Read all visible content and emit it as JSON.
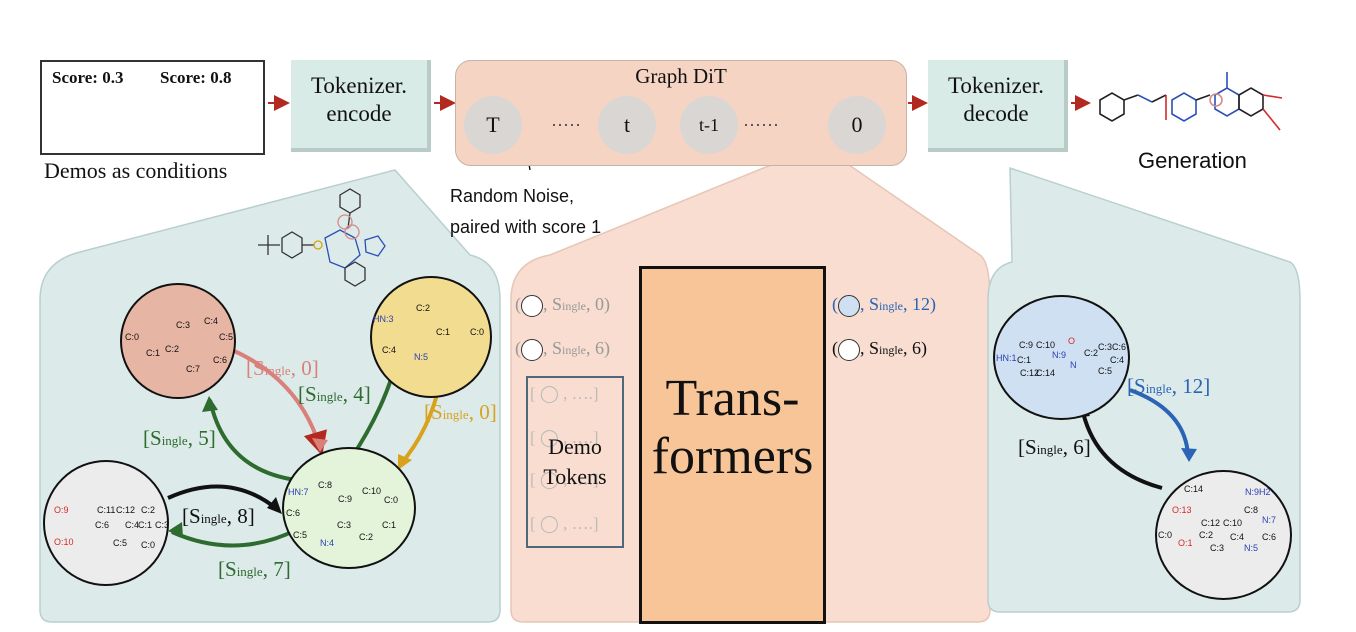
{
  "demos": {
    "score_left": "Score: 0.3",
    "score_right": "Score: 0.8",
    "caption": "Demos as conditions"
  },
  "tokenizer_encode": {
    "line1": "Tokenizer.",
    "line2": "encode"
  },
  "tokenizer_decode": {
    "line1": "Tokenizer.",
    "line2": "decode"
  },
  "graph_dit": {
    "title": "Graph DiT",
    "steps": [
      "T",
      "t",
      "t-1",
      "0"
    ],
    "noise_line1": "Random Noise,",
    "noise_line2": "paired with score 1"
  },
  "generation_label": "Generation",
  "left_panel": {
    "edges": [
      {
        "prefix": "[S",
        "sub": "ingle",
        "suffix": ", 0]",
        "color": "#d9807a"
      },
      {
        "prefix": "[S",
        "sub": "ingle",
        "suffix": ", 4]",
        "color": "#2e6b2e"
      },
      {
        "prefix": "[S",
        "sub": "ingle",
        "suffix": ", 0]",
        "color": "#d9a21c"
      },
      {
        "prefix": "[S",
        "sub": "ingle",
        "suffix": ", 5]",
        "color": "#2e6b2e"
      },
      {
        "prefix": "[S",
        "sub": "ingle",
        "suffix": ", 8]",
        "color": "#111111"
      },
      {
        "prefix": "[S",
        "sub": "ingle",
        "suffix": ", 7]",
        "color": "#2e6b2e"
      }
    ],
    "atoms_pink": [
      "C:0",
      "C:1",
      "C:2",
      "C:3",
      "C:4",
      "C:5",
      "C:6",
      "C:7"
    ],
    "atoms_yellow": [
      "HN:3",
      "C:2",
      "C:1",
      "C:0",
      "C:4",
      "N:5"
    ],
    "atoms_green": [
      "HN:7",
      "C:8",
      "C:9",
      "C:10",
      "C:0",
      "C:6",
      "C:5",
      "N:4",
      "C:3",
      "C:2",
      "C:1"
    ],
    "atoms_gray": [
      "C:11",
      "C:12",
      "C:2",
      "C:4",
      "C:1",
      "C:3",
      "C:6",
      "C:5",
      "C:0",
      "O:9",
      "O:10"
    ]
  },
  "middle_panel": {
    "input_tokens": [
      {
        "prefix": "(",
        "s": "S",
        "sub": "ingle",
        "suffix": ", 0)",
        "color": "#999999"
      },
      {
        "prefix": "(",
        "s": "S",
        "sub": "ingle",
        "suffix": ", 6)",
        "color": "#999999"
      }
    ],
    "placeholder_token": "[ ◯ , ….]",
    "demo_tokens_line1": "Demo",
    "demo_tokens_line2": "Tokens",
    "transformers_line1": "Trans-",
    "transformers_line2": "formers",
    "output_tokens": [
      {
        "prefix": "(",
        "s": "S",
        "sub": "ingle",
        "suffix": ", 12)",
        "color": "#2b63b5"
      },
      {
        "prefix": "(",
        "s": "S",
        "sub": "ingle",
        "suffix": ", 6)",
        "color": "#111111"
      }
    ]
  },
  "right_panel": {
    "edges": [
      {
        "prefix": "[S",
        "sub": "ingle",
        "suffix": ", 12]",
        "color": "#2b63b5"
      },
      {
        "prefix": "[S",
        "sub": "ingle",
        "suffix": ", 6]",
        "color": "#111111"
      }
    ],
    "atoms_blue": [
      "C:9",
      "C:10",
      "HN:1",
      "C:1",
      "C:12",
      "C:14",
      "N:9",
      "O",
      "N",
      "C:2",
      "C:3",
      "C:4",
      "C:5",
      "C:6"
    ],
    "atoms_gray": [
      "C:14",
      "N:9H2",
      "O:13",
      "C:12",
      "C:10",
      "C:8",
      "N:7",
      "C:0",
      "O:1",
      "C:2",
      "C:3",
      "C:4",
      "N:5",
      "C:6"
    ]
  },
  "colors": {
    "teal_panel": "#dceaea",
    "salmon_panel": "#f8ddd0",
    "arrow_red": "#b22a1f"
  }
}
